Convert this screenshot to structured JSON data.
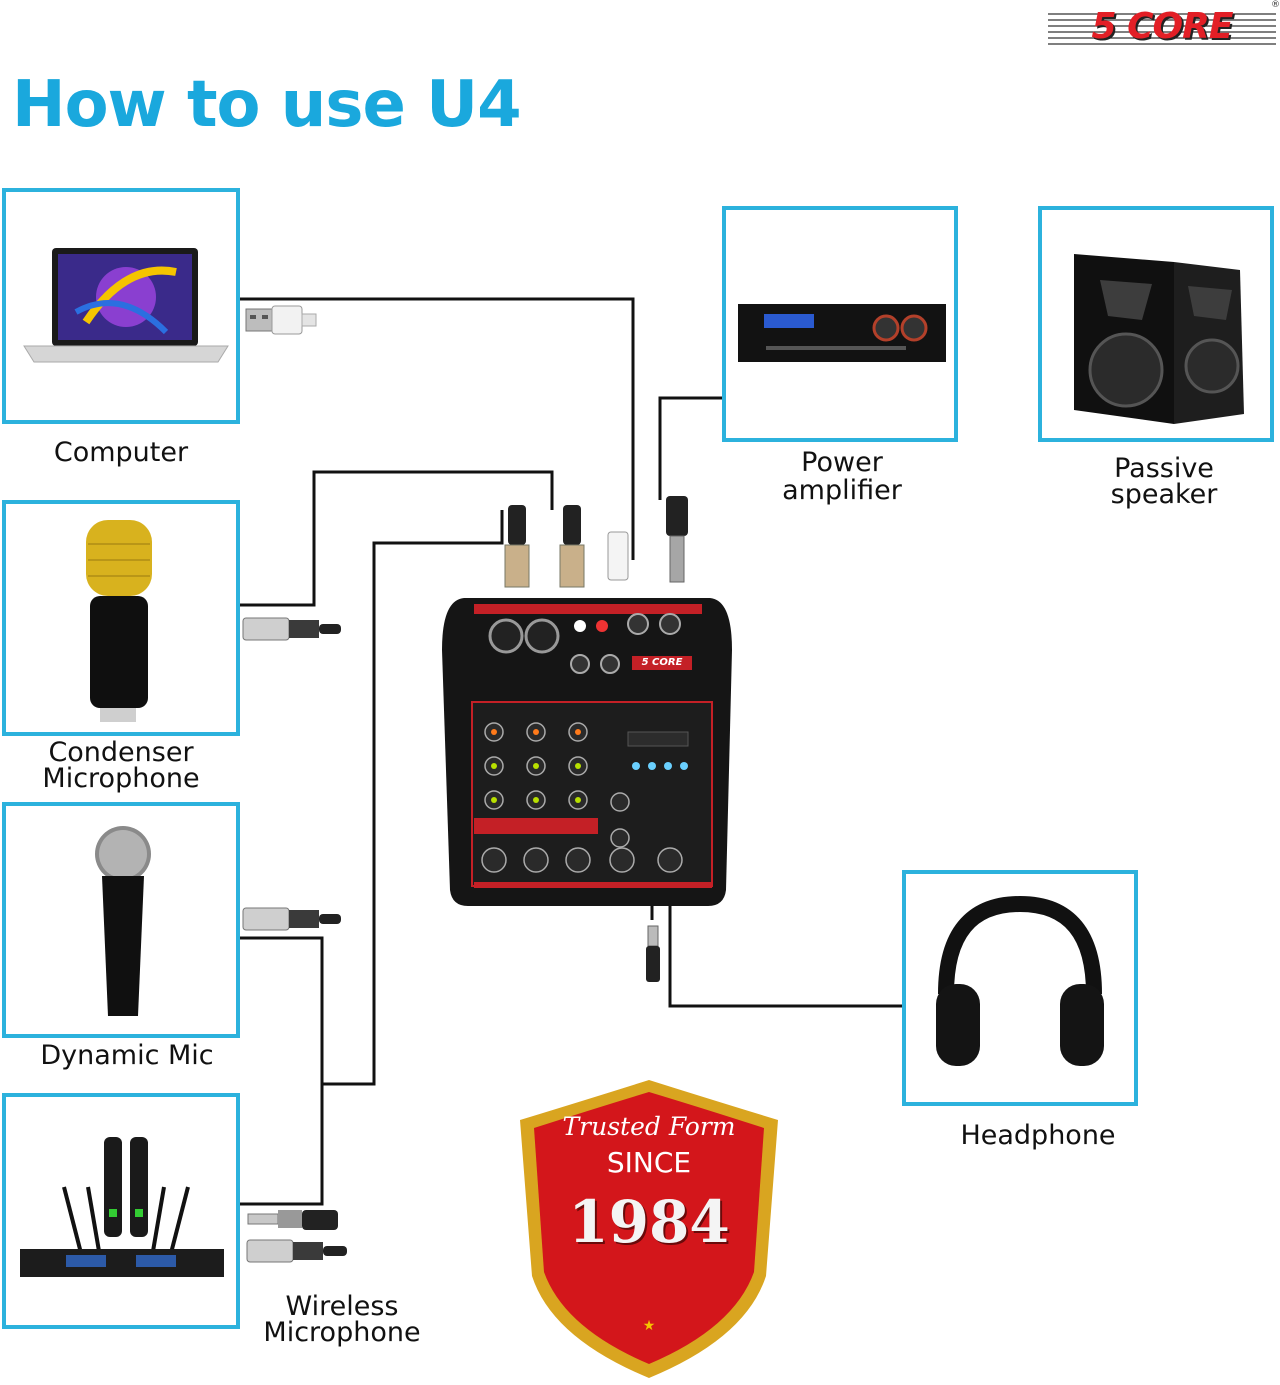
{
  "title": "How to use U4",
  "brand": {
    "logo_text": "5 CORE",
    "registered": "®",
    "mixer_brand": "5 CORE"
  },
  "devices": {
    "computer": "Computer",
    "condenser_mic": [
      "Condenser",
      "Microphone"
    ],
    "dynamic_mic": "Dynamic Mic",
    "wireless_mic": [
      "Wireless",
      "Microphone"
    ],
    "power_amp": [
      "Power",
      "amplifier"
    ],
    "passive_speaker": [
      "Passive",
      "speaker"
    ],
    "headphone": "Headphone"
  },
  "badge": {
    "line1": "Trusted Form",
    "line2": "SINCE",
    "year": "1984"
  },
  "colors": {
    "accent": "#1aa8dd",
    "box_border": "#2cb2dd",
    "brand_red": "#e21f26",
    "badge_red": "#d3161b",
    "badge_gold": "#d9a520"
  }
}
